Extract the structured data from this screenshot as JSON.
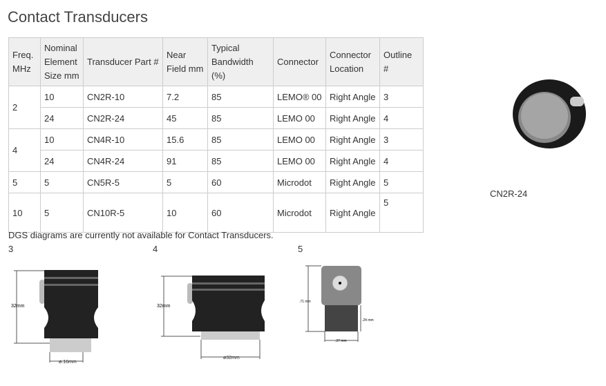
{
  "title": "Contact Transducers",
  "table": {
    "headers": [
      "Freq. MHz",
      "Nominal Element Size mm",
      "Transducer Part #",
      "Near Field mm",
      "Typical Bandwidth (%)",
      "Connector",
      "Connector Location",
      "Outline #"
    ],
    "groups": [
      {
        "freq": "2",
        "rows": [
          [
            "10",
            "CN2R-10",
            "7.2",
            "85",
            "LEMO® 00",
            "Right Angle",
            "3"
          ],
          [
            "24",
            "CN2R-24",
            "45",
            "85",
            "LEMO 00",
            "Right Angle",
            "4"
          ]
        ]
      },
      {
        "freq": "4",
        "rows": [
          [
            "10",
            "CN4R-10",
            "15.6",
            "85",
            "LEMO 00",
            "Right Angle",
            "3"
          ],
          [
            "24",
            "CN4R-24",
            "91",
            "85",
            "LEMO 00",
            "Right Angle",
            "4"
          ]
        ]
      },
      {
        "freq": "5",
        "rows": [
          [
            "5",
            "CN5R-5",
            "5",
            "60",
            "Microdot",
            "Right Angle",
            "5"
          ]
        ]
      },
      {
        "freq": "10",
        "rows": [
          [
            "5",
            "CN10R-5",
            "10",
            "60",
            "Microdot",
            "Right Angle",
            "5"
          ]
        ]
      }
    ]
  },
  "note": "DGS diagrams are currently not available for Contact Transducers.",
  "outlines": [
    {
      "label": "3",
      "height": "32mm",
      "width": "ø.16mm"
    },
    {
      "label": "4",
      "height": "32mm",
      "width": "ø32mm"
    },
    {
      "label": "5",
      "height": ".71 mm",
      "width": ".37 mm",
      "lower": ".24 mm"
    }
  ],
  "product_caption": "CN2R-24"
}
